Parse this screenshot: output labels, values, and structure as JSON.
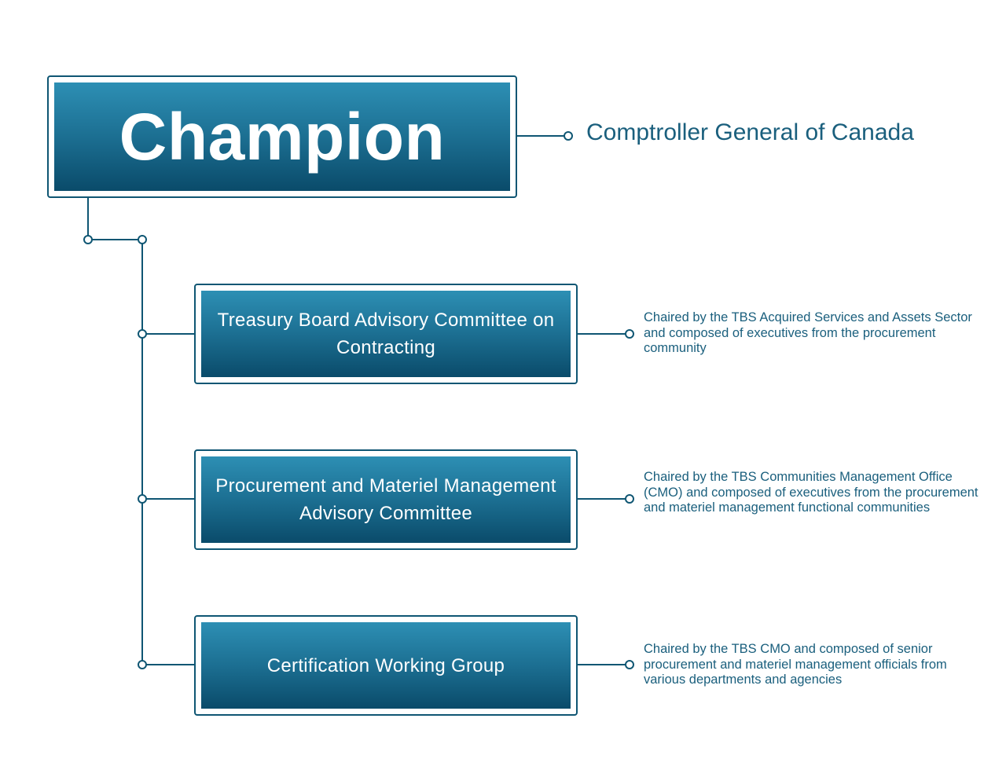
{
  "champion": {
    "title": "Champion",
    "role": "Comptroller General of Canada"
  },
  "committees": [
    {
      "name": "Treasury Board Advisory Committee on Contracting",
      "description": "Chaired by the TBS Acquired Services and Assets Sector and composed of executives from the procurement community"
    },
    {
      "name": "Procurement and Materiel Management Advisory Committee",
      "description": "Chaired by the TBS Communities Management Office (CMO) and composed of executives from the procurement and materiel management functional communities"
    },
    {
      "name": "Certification Working Group",
      "description": "Chaired by the TBS CMO and composed of senior procurement and materiel management officials from various departments and agencies"
    }
  ],
  "colors": {
    "line": "#0f5673",
    "box_top": "#2d8fb4",
    "box_bottom": "#0a4b6a",
    "text_accent": "#1a5f7d"
  }
}
